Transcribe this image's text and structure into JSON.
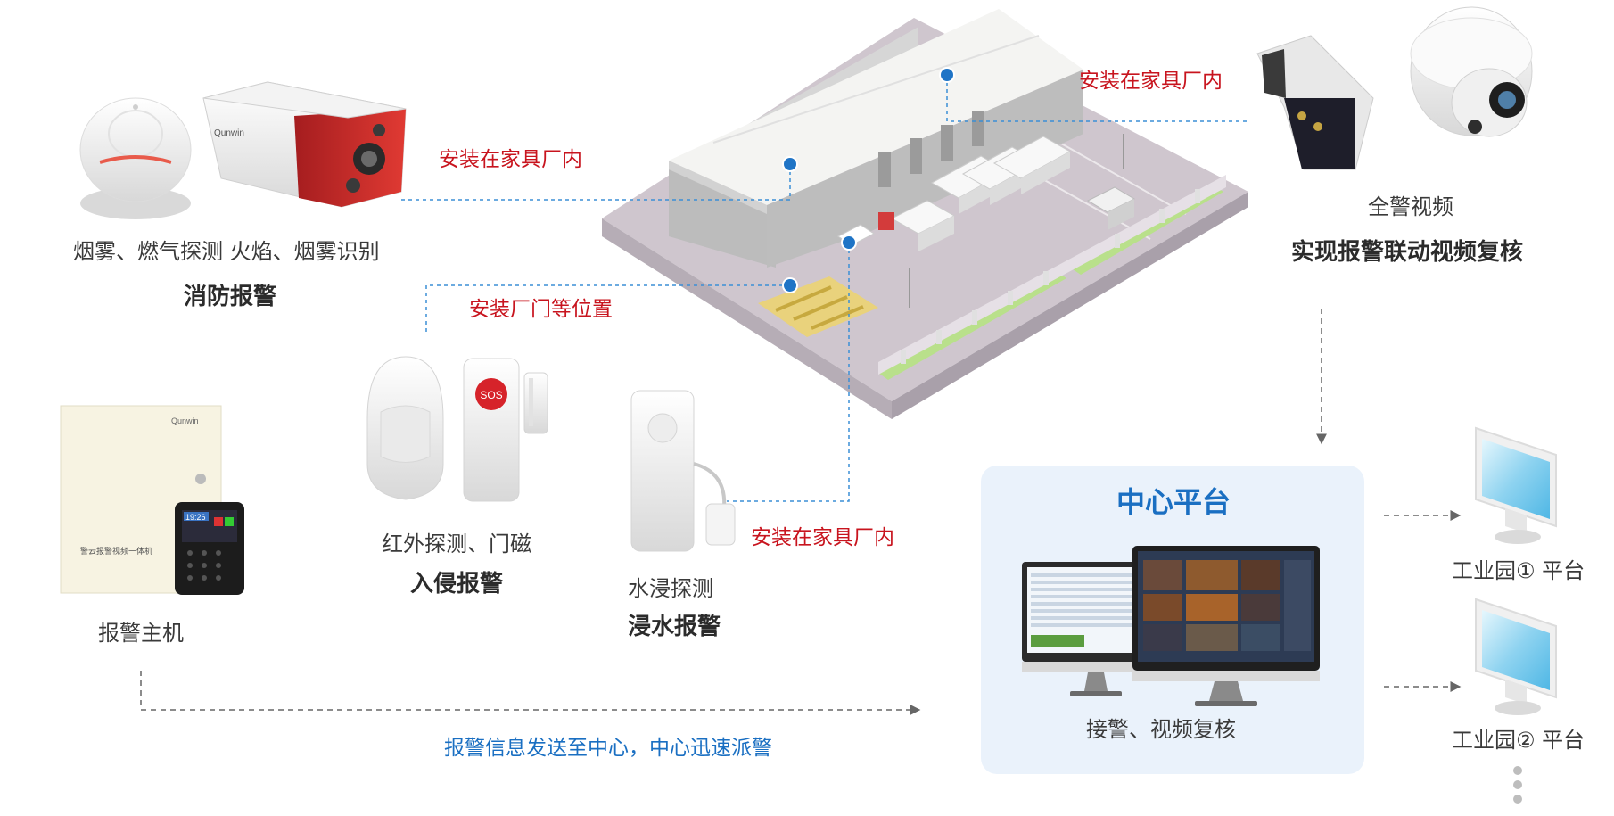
{
  "labels": {
    "fire_detectors": "烟雾、燃气探测  火焰、烟雾识别",
    "fire_alarm": "消防报警",
    "install_furniture_1": "安装在家具厂内",
    "install_gate": "安装厂门等位置",
    "install_furniture_2": "安装在家具厂内",
    "install_furniture_3": "安装在家具厂内",
    "intrusion_detectors": "红外探测、门磁",
    "intrusion_alarm": "入侵报警",
    "water_detector": "水浸探测",
    "water_alarm": "浸水报警",
    "alarm_host": "报警主机",
    "send_info": "报警信息发送至中心，中心迅速派警",
    "camera_name": "全警视频",
    "video_review": "实现报警联动视频复核",
    "center_platform": "中心平台",
    "center_caption": "接警、视频复核",
    "park1": "工业园① 平台",
    "park2": "工业园② 平台",
    "sos": "SOS",
    "host_panel_label": "警云报警视频一体机",
    "keypad_time": "19:26",
    "brand": "Qunwin"
  },
  "colors": {
    "label_red": "#c8141e",
    "accent_blue": "#1a6fc2",
    "line_blue": "#3b8fd6",
    "panel_bg": "#eaf2fb",
    "camera_red": "#c8282a",
    "screen_blue": "#8ed3f0"
  },
  "icons": [
    "smoke-detector-icon",
    "bullet-camera-icon",
    "dome-camera-icon",
    "pir-sensor-icon",
    "sos-button-icon",
    "door-magnet-icon",
    "water-sensor-icon",
    "alarm-host-icon",
    "keypad-icon",
    "factory-illustration",
    "monitor-icon",
    "client-monitor-icon"
  ]
}
